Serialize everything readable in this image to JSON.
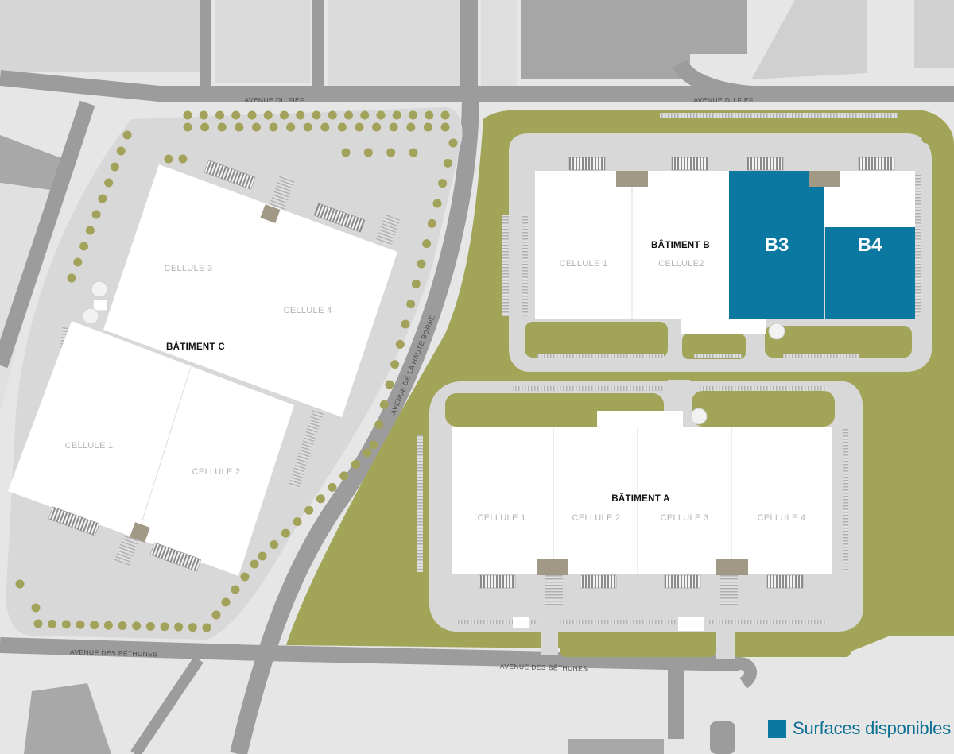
{
  "colors": {
    "background": "#e6e6e6",
    "road": "#9c9c9c",
    "lot": "#d8d8d8",
    "grass": "#a2a557",
    "tree": "#a3a25a",
    "building": "#ffffff",
    "dock": "#8a8a8a",
    "office": "#a29886",
    "available": "#0a78a0",
    "outside_block": "#d2d2d2"
  },
  "roads": {
    "fief_left": "AVENUE DU FIEF",
    "fief_right": "AVENUE DU FIEF",
    "haute_borne": "AVENUE DE LA HAUTE BORNE",
    "bethunes_left": "AVENUE DES BÉTHUNES",
    "bethunes_right": "AVENUE DES BÉTHUNES"
  },
  "buildings": {
    "a": {
      "name": "BÂTIMENT A",
      "cells": [
        "CELLULE 1",
        "CELLULE 2",
        "CELLULE 3",
        "CELLULE 4"
      ]
    },
    "b": {
      "name": "BÂTIMENT B",
      "cells": [
        "CELLULE 1",
        "CELLULE2"
      ],
      "available_units": [
        "B3",
        "B4"
      ]
    },
    "c": {
      "name": "BÂTIMENT C",
      "cells": [
        "CELLULE 1",
        "CELLULE 2",
        "CELLULE 3",
        "CELLULE 4"
      ]
    }
  },
  "legend": {
    "label": "Surfaces disponibles",
    "icon": "square-swatch-icon",
    "color": "#0a78a0"
  }
}
